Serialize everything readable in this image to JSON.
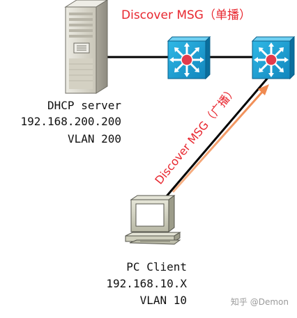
{
  "top_label": "Discover MSG（单播）",
  "diag_label": "Discover MSG（广播）",
  "server": {
    "name": "DHCP server",
    "ip": "192.168.200.200",
    "vlan": "VLAN 200"
  },
  "client": {
    "name": "PC Client",
    "ip": "192.168.10.X",
    "vlan": "VLAN 10"
  },
  "watermark": "知乎 @Demon",
  "icons": {
    "server": "server-tower-icon",
    "switch_left": "switch-icon",
    "switch_right": "switch-icon",
    "client": "desktop-computer-icon"
  },
  "colors": {
    "label_red": "#e8272f",
    "arrow_orange": "#f5a06c",
    "switch_blue": "#1aa3d6",
    "switch_dark": "#0a5f8a",
    "switch_dot": "#e33b4c",
    "server_body": "#d9d6c9",
    "pc_body": "#d6d6c4"
  }
}
